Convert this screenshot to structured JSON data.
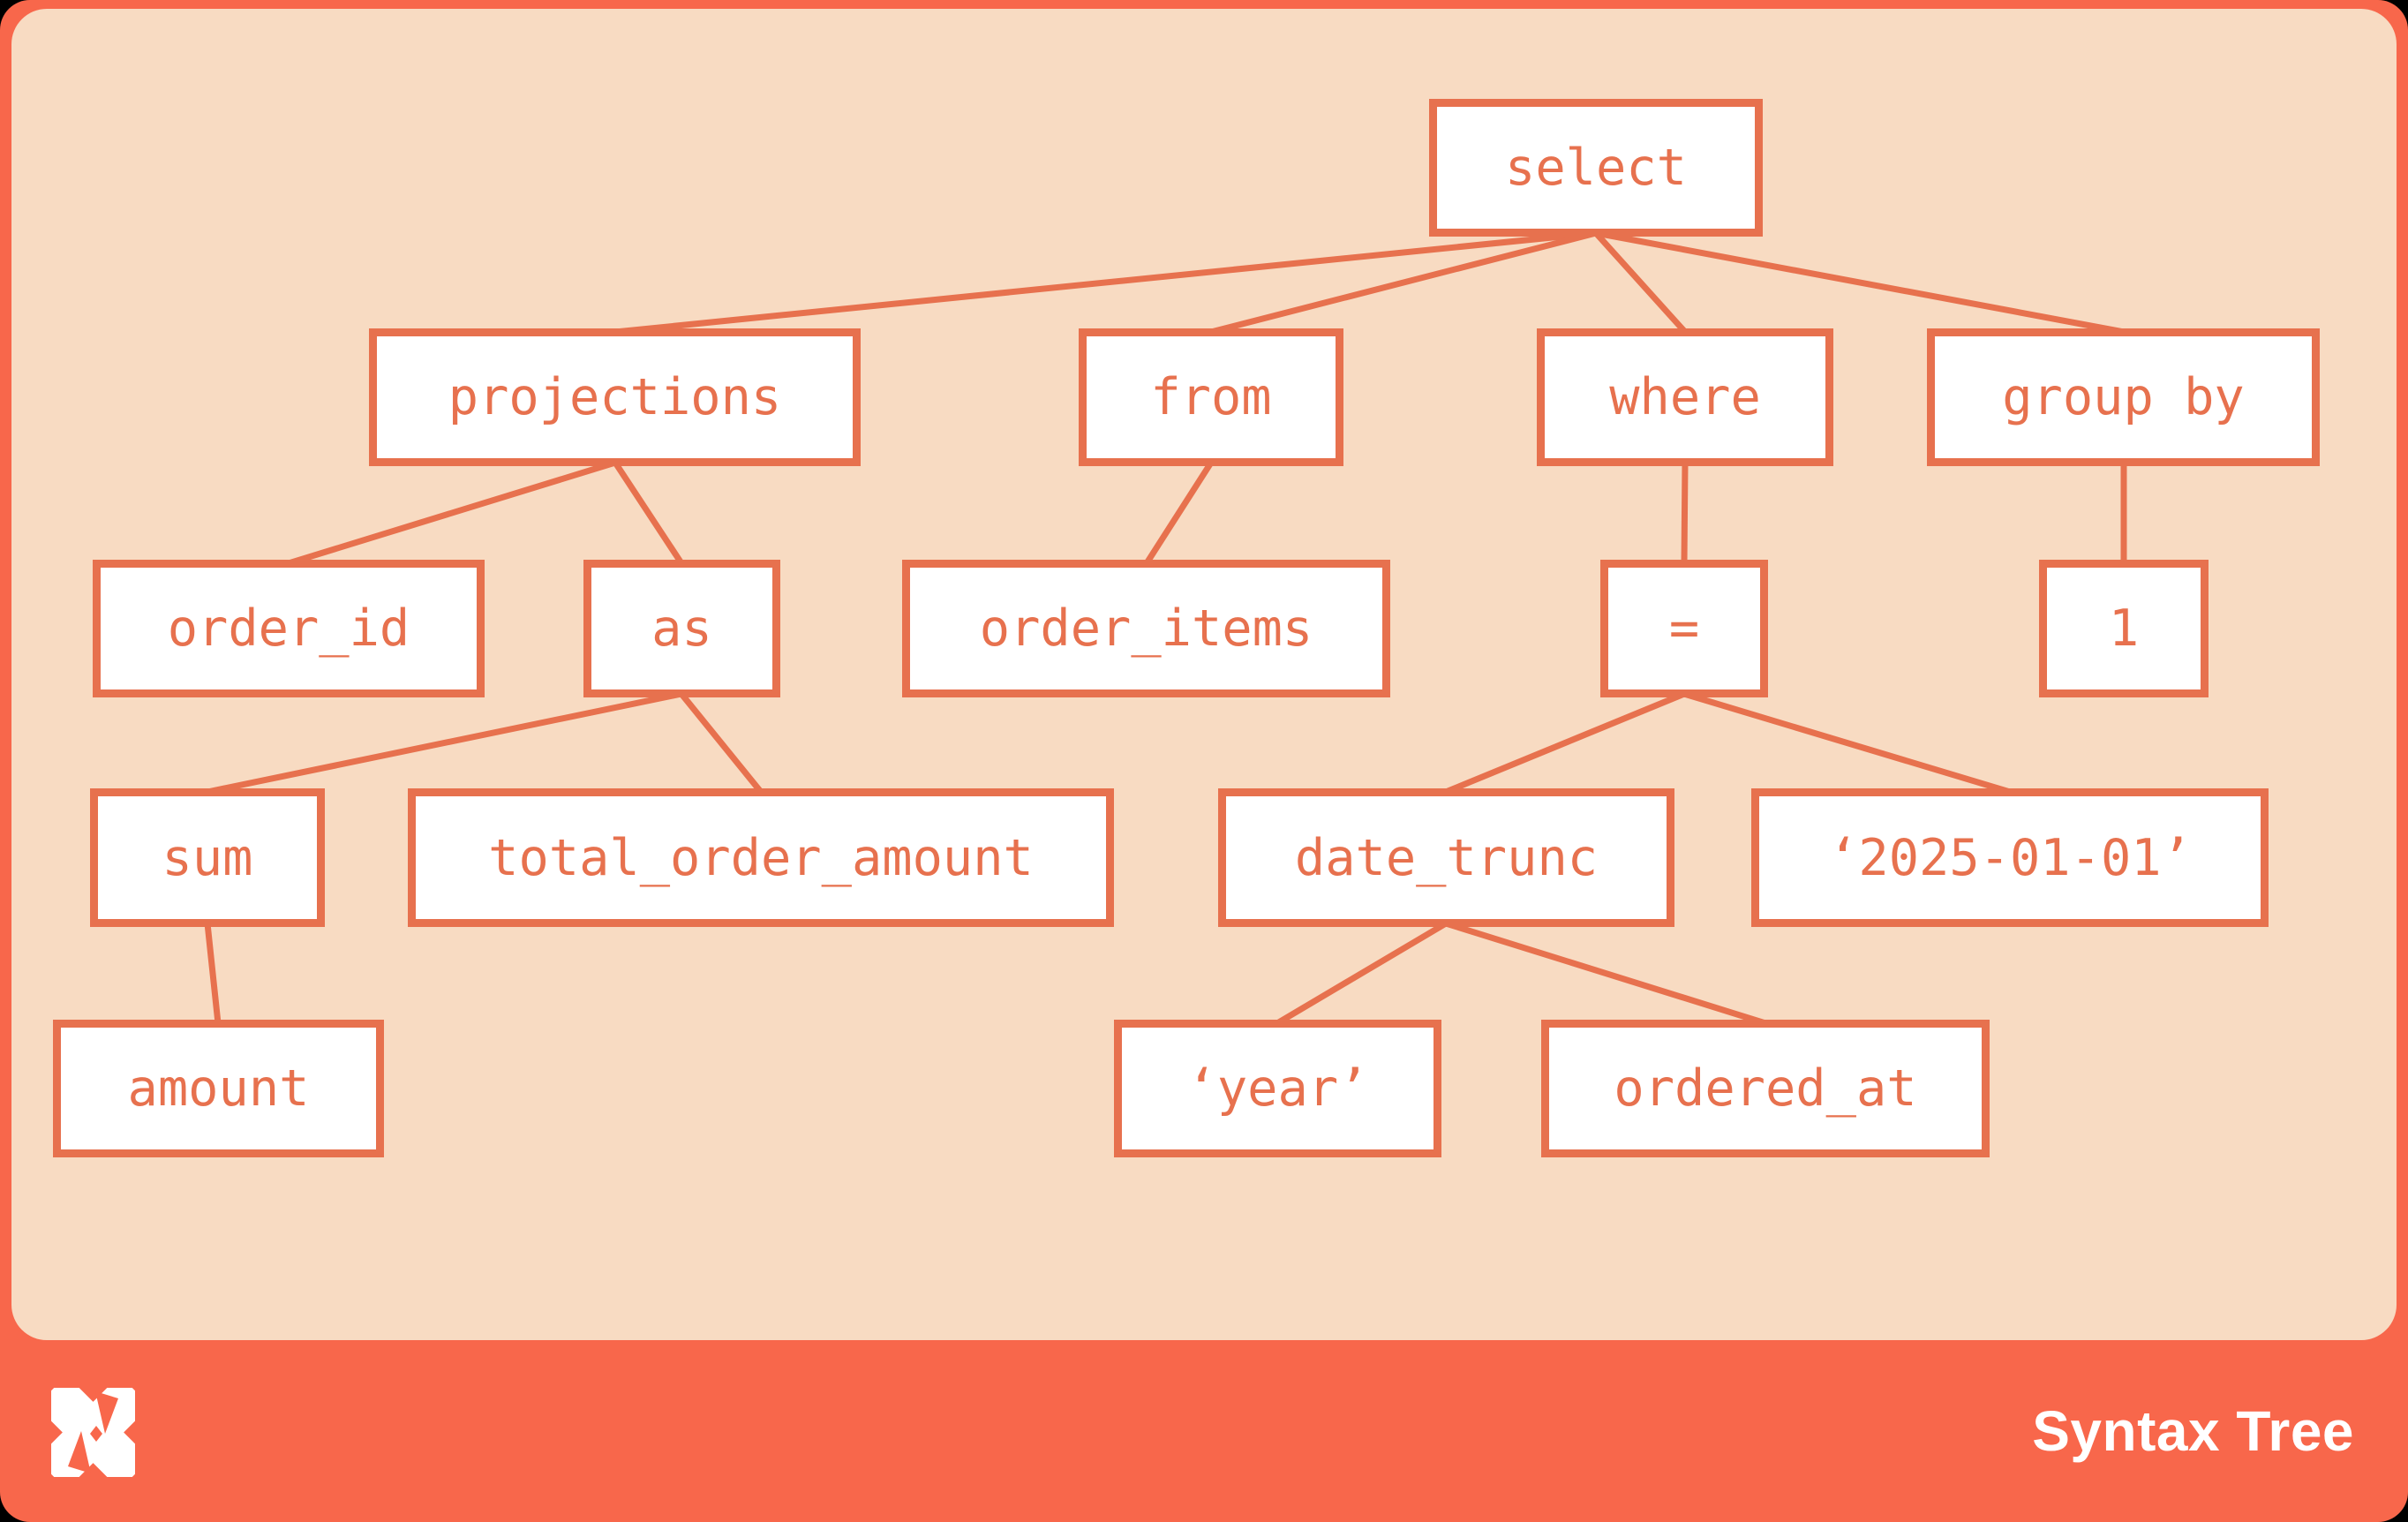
{
  "poster": {
    "frame_color": "#F8674B",
    "panel_color": "#F8DBC2",
    "node_border_color": "#E7714E",
    "node_text_color": "#E7714E",
    "node_fill_color": "#FFFFFF",
    "footer_text_color": "#FFFFFF"
  },
  "footer": {
    "title": "Syntax Tree",
    "logo_icon": "shuriken-x-logo"
  },
  "tree": {
    "root": "select",
    "labels": {
      "select": "select",
      "projections": "projections",
      "from": "from",
      "where": "where",
      "group_by": "group by",
      "order_id": "order_id",
      "as": "as",
      "order_items": "order_items",
      "eq": "=",
      "one": "1",
      "sum": "sum",
      "total_order_amount": "total_order_amount",
      "date_trunc": "date_trunc",
      "date_literal": "‘2025-01-01’",
      "amount": "amount",
      "year_literal": "‘year’",
      "ordered_at": "ordered_at"
    },
    "children": {
      "select": [
        "projections",
        "from",
        "where",
        "group_by"
      ],
      "projections": [
        "order_id",
        "as"
      ],
      "from": [
        "order_items"
      ],
      "where": [
        "eq"
      ],
      "group_by": [
        "one"
      ],
      "as": [
        "sum",
        "total_order_amount"
      ],
      "sum": [
        "amount"
      ],
      "eq": [
        "date_trunc",
        "date_literal"
      ],
      "date_trunc": [
        "year_literal",
        "ordered_at"
      ]
    }
  }
}
